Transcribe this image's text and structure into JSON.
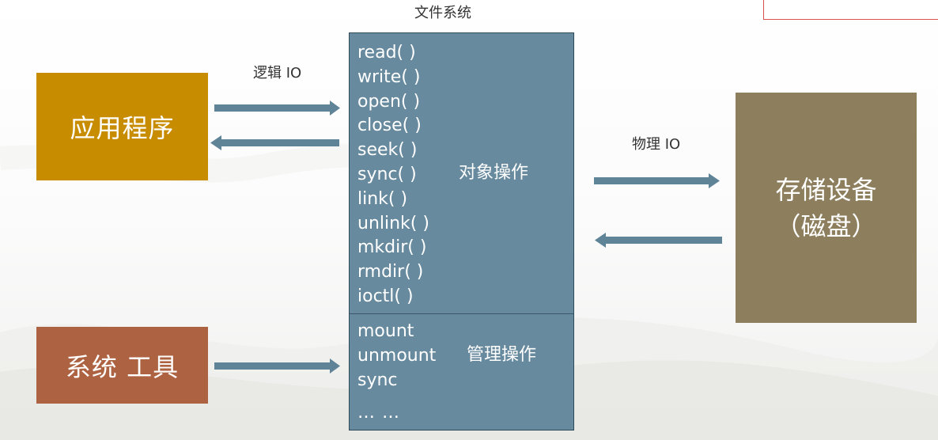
{
  "title": "文件系统",
  "app_box": {
    "label": "应用程序"
  },
  "tools_box": {
    "label": "系统 工具"
  },
  "storage_box": {
    "line1": "存储设备",
    "line2": "（磁盘）"
  },
  "logical_io": "逻辑 IO",
  "physical_io": "物理 IO",
  "file_system": {
    "object_operations": [
      "read( )",
      "write( )",
      "open( )",
      "close( )",
      "seek( )",
      "sync( )",
      "link( )",
      "unlink( )",
      "mkdir( )",
      "rmdir( )",
      "ioctl( )"
    ],
    "object_label": "对象操作",
    "management_operations": [
      "mount",
      "unmount",
      "sync"
    ],
    "management_ellipsis": "… …",
    "management_label": "管理操作"
  },
  "colors": {
    "app_box": "#c78c00",
    "tools_box": "#ad6342",
    "storage_box": "#8d7f5e",
    "file_system": "#678a9e",
    "arrow": "#5f8397"
  }
}
